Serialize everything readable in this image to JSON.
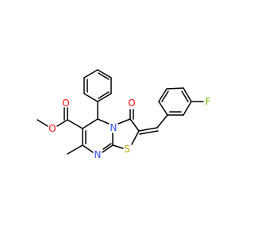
{
  "molecule": {
    "atoms": {
      "O_ester_double": {
        "symbol": "O",
        "color": "#FF0D0D"
      },
      "O_ester_single": {
        "symbol": "O",
        "color": "#FF0D0D"
      },
      "O_ketone": {
        "symbol": "O",
        "color": "#FF0D0D"
      },
      "N_ring_fused": {
        "symbol": "N",
        "color": "#3050F8"
      },
      "N_imine": {
        "symbol": "N",
        "color": "#3050F8"
      },
      "S_ring": {
        "symbol": "S",
        "color": "#B8A000"
      },
      "F_aryl": {
        "symbol": "F",
        "color": "#6FBF00"
      }
    }
  }
}
